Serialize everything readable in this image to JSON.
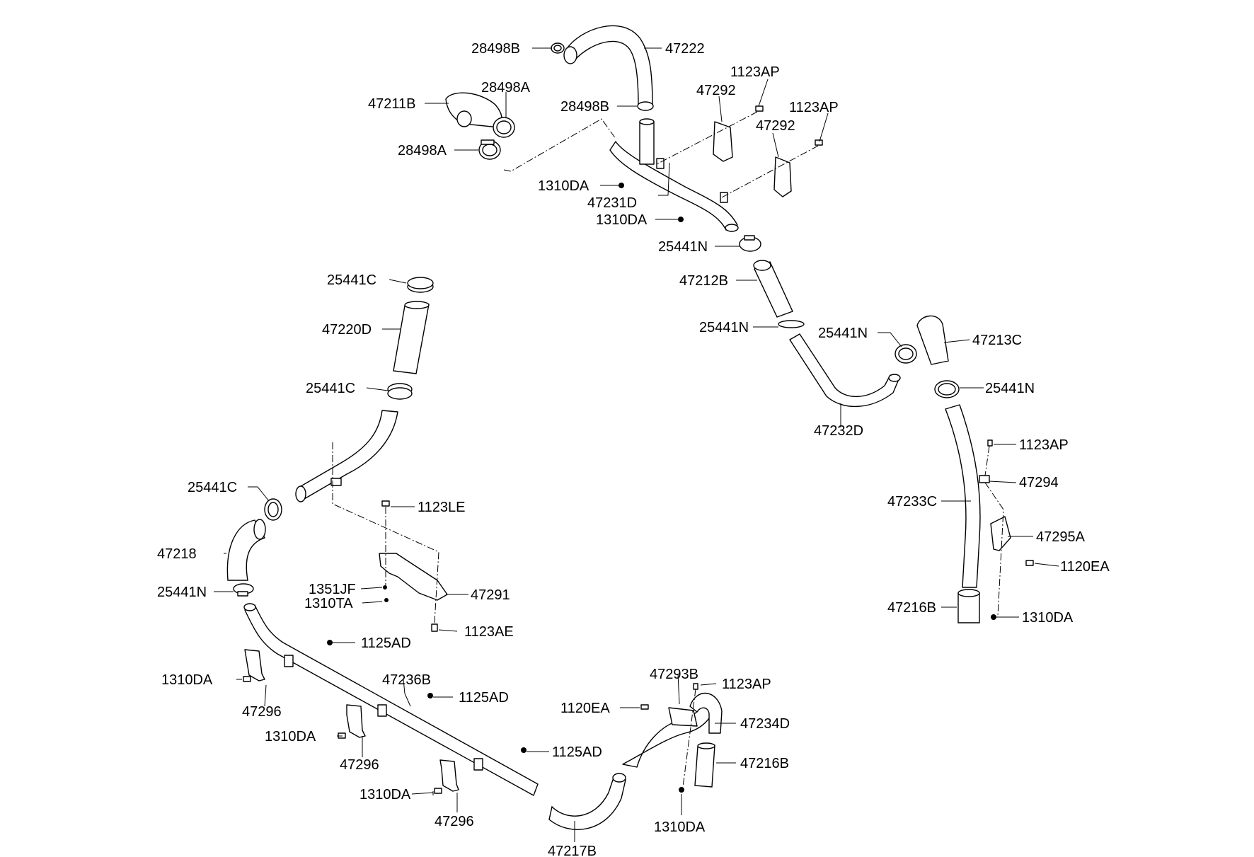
{
  "diagram": {
    "background": "#ffffff",
    "line_color": "#000000",
    "labels": {
      "l28498B_top": "28498B",
      "l47222": "47222",
      "l1123AP_a": "1123AP",
      "l47211B": "47211B",
      "l28498A_a": "28498A",
      "l47292_a": "47292",
      "l28498B_mid": "28498B",
      "l1123AP_b": "1123AP",
      "l47292_b": "47292",
      "l28498A_b": "28498A",
      "l1310DA_a": "1310DA",
      "l47231D": "47231D",
      "l1310DA_b": "1310DA",
      "l25441N_a": "25441N",
      "l47212B": "47212B",
      "l25441C_a": "25441C",
      "l47220D": "47220D",
      "l25441N_b": "25441N",
      "l25441N_c": "25441N",
      "l47213C": "47213C",
      "l25441C_b": "25441C",
      "l25441N_d": "25441N",
      "l47232D": "47232D",
      "l1123AP_c": "1123AP",
      "l25441C_c": "25441C",
      "l47294": "47294",
      "l1123LE": "1123LE",
      "l47233C": "47233C",
      "l47295A": "47295A",
      "l47218": "47218",
      "l1120EA_a": "1120EA",
      "l1351JF": "1351JF",
      "l25441N_e": "25441N",
      "l47291": "47291",
      "l1310TA": "1310TA",
      "l47216B_a": "47216B",
      "l1310DA_c": "1310DA",
      "l1123AE": "1123AE",
      "l1125AD_a": "1125AD",
      "l1310DA_d": "1310DA",
      "l47236B": "47236B",
      "l47293B": "47293B",
      "l1125AD_b": "1125AD",
      "l1123AP_d": "1123AP",
      "l47296_a": "47296",
      "l1120EA_b": "1120EA",
      "l47234D": "47234D",
      "l1310DA_e": "1310DA",
      "l47296_b": "47296",
      "l1125AD_c": "1125AD",
      "l47216B_b": "47216B",
      "l1310DA_f": "1310DA",
      "l47296_c": "47296",
      "l1310DA_g": "1310DA",
      "l47217B": "47217B"
    }
  }
}
